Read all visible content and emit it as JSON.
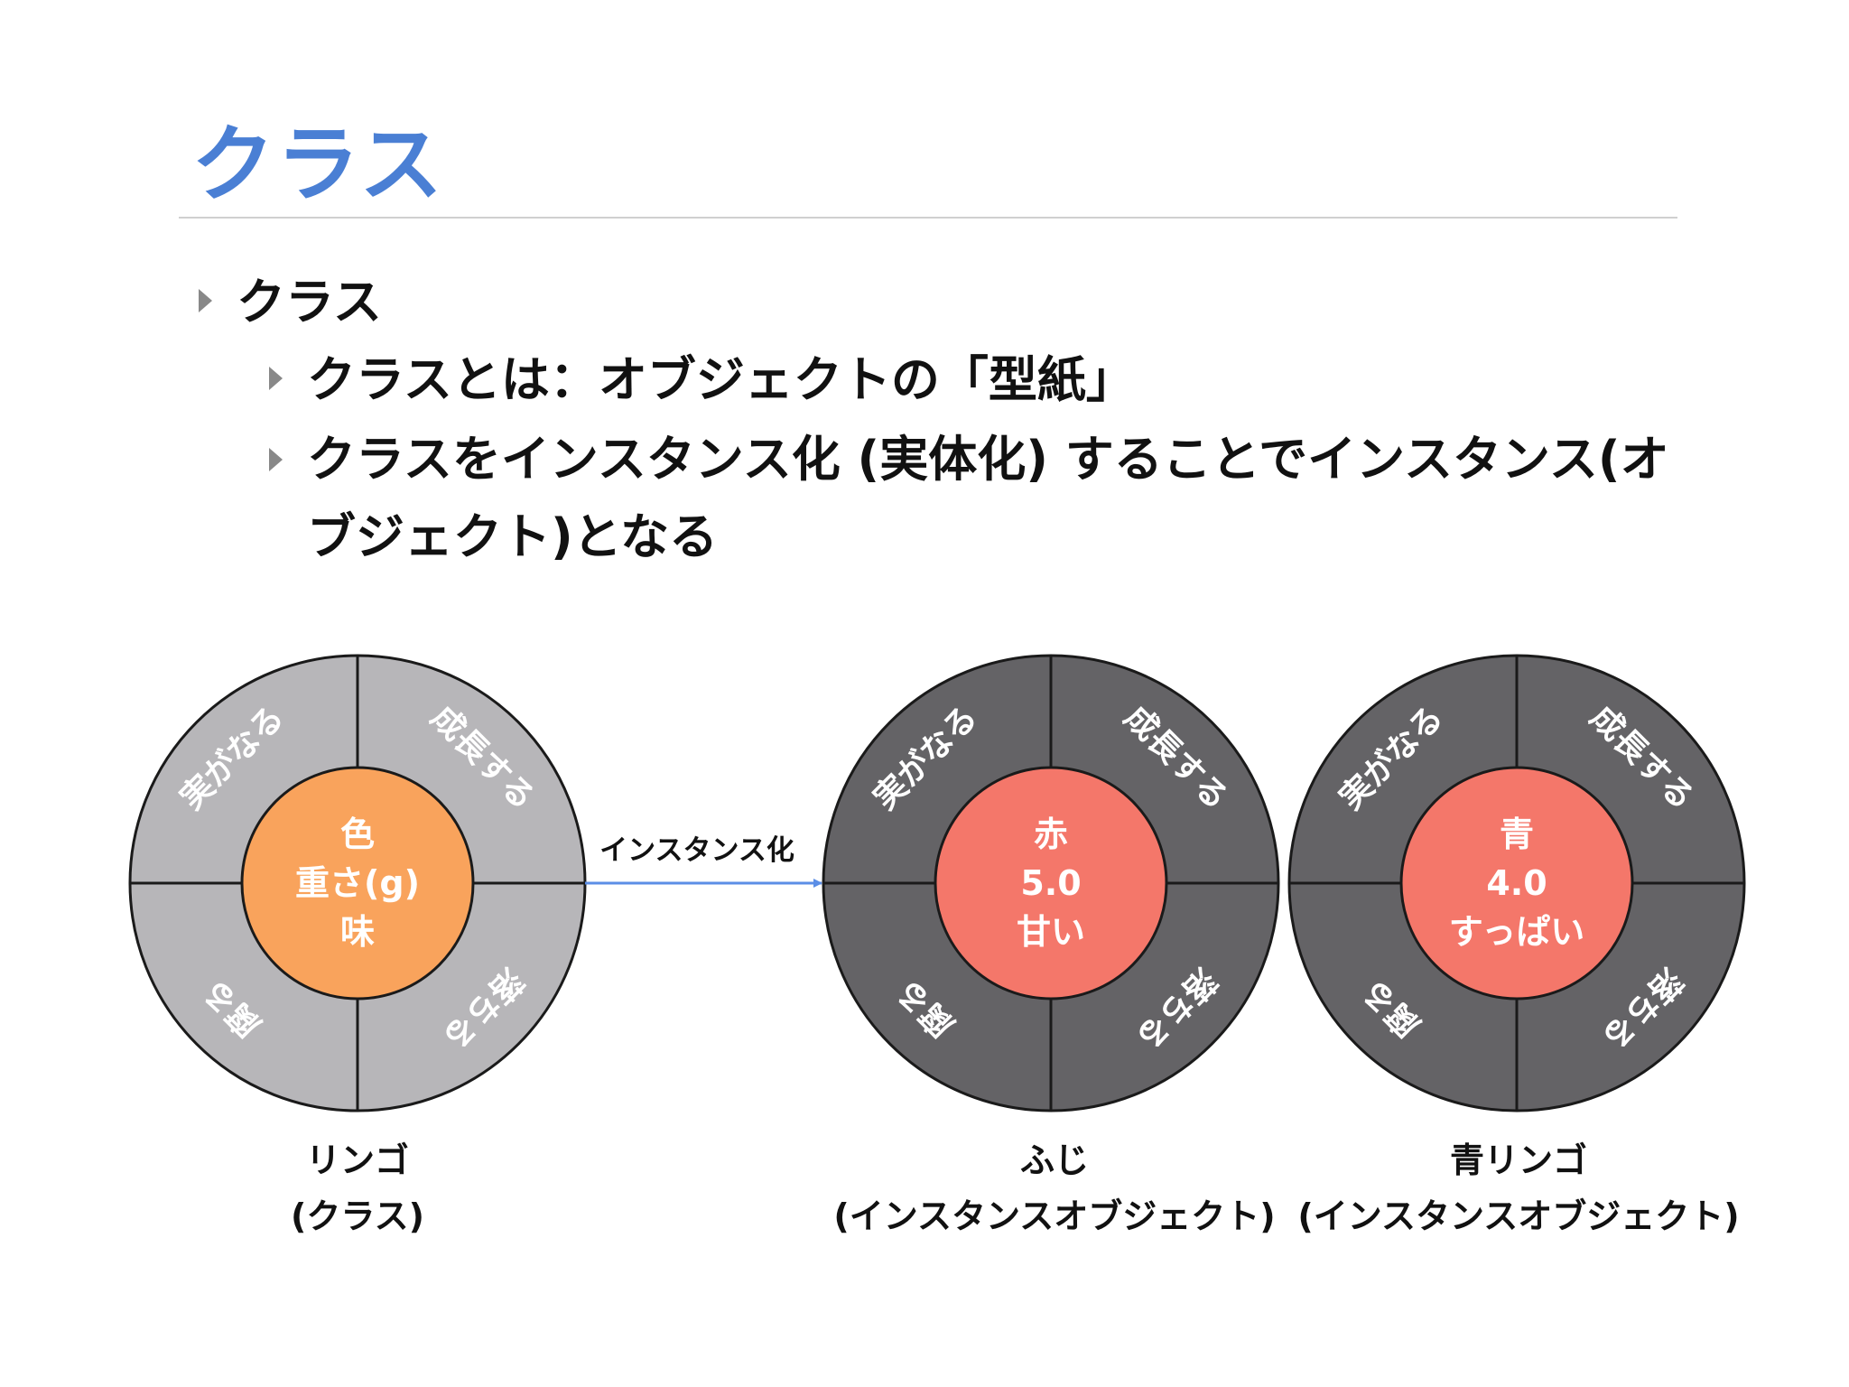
{
  "slide": {
    "title": "クラス",
    "bullets": [
      {
        "level": 1,
        "text": "クラス"
      },
      {
        "level": 2,
        "text": "クラスとは：オブジェクトの「型紙」"
      },
      {
        "level": 2,
        "text": "クラスをインスタンス化 (実体化) することでインスタンス(オブジェクト)となる"
      }
    ]
  },
  "diagram": {
    "arrow_label": "インスタンス化",
    "colors": {
      "class_ring": "#b7b6b9",
      "instance_ring": "#646366",
      "class_core": "#f9a35c",
      "instance_core": "#f4776a",
      "arrow": "#5b8ee6",
      "line": "#1a1a1a",
      "text_light": "#ffffff"
    },
    "class": {
      "segments": {
        "top_left": "実がなる",
        "top_right": "成長する",
        "bottom_left": "腐る",
        "bottom_right": "落ちる"
      },
      "core_lines": [
        "色",
        "重さ(g)",
        "味"
      ],
      "caption_lines": [
        "リンゴ",
        "(クラス)"
      ]
    },
    "instances": [
      {
        "segments": {
          "top_left": "実がなる",
          "top_right": "成長する",
          "bottom_left": "腐る",
          "bottom_right": "落ちる"
        },
        "core_lines": [
          "赤",
          "5.0",
          "甘い"
        ],
        "caption_lines": [
          "ふじ",
          "(インスタンスオブジェクト)"
        ]
      },
      {
        "segments": {
          "top_left": "実がなる",
          "top_right": "成長する",
          "bottom_left": "腐る",
          "bottom_right": "落ちる"
        },
        "core_lines": [
          "青",
          "4.0",
          "すっぱい"
        ],
        "caption_lines": [
          "青リンゴ",
          "(インスタンスオブジェクト)"
        ]
      }
    ]
  }
}
